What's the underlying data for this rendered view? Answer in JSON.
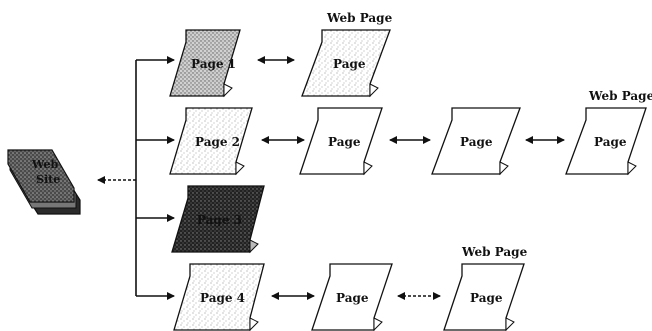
{
  "top_labels": [
    "Web Page",
    "Web Page",
    "Web Page"
  ],
  "book": {
    "lines": [
      "Web",
      "Site"
    ]
  },
  "pages": {
    "row1": [
      "Page 1",
      "Page"
    ],
    "row2": [
      "Page 2",
      "Page",
      "Page",
      "Page"
    ],
    "row3": [
      "Page 3"
    ],
    "row4": [
      "Page 4",
      "Page",
      "Page"
    ]
  },
  "colors": {
    "ink": "#111111",
    "light_fill": "#e9e9e9",
    "medium_fill": "#bdbdbd",
    "dark_fill": "#3a3a3a",
    "book_fill": "#5a5a5a"
  }
}
